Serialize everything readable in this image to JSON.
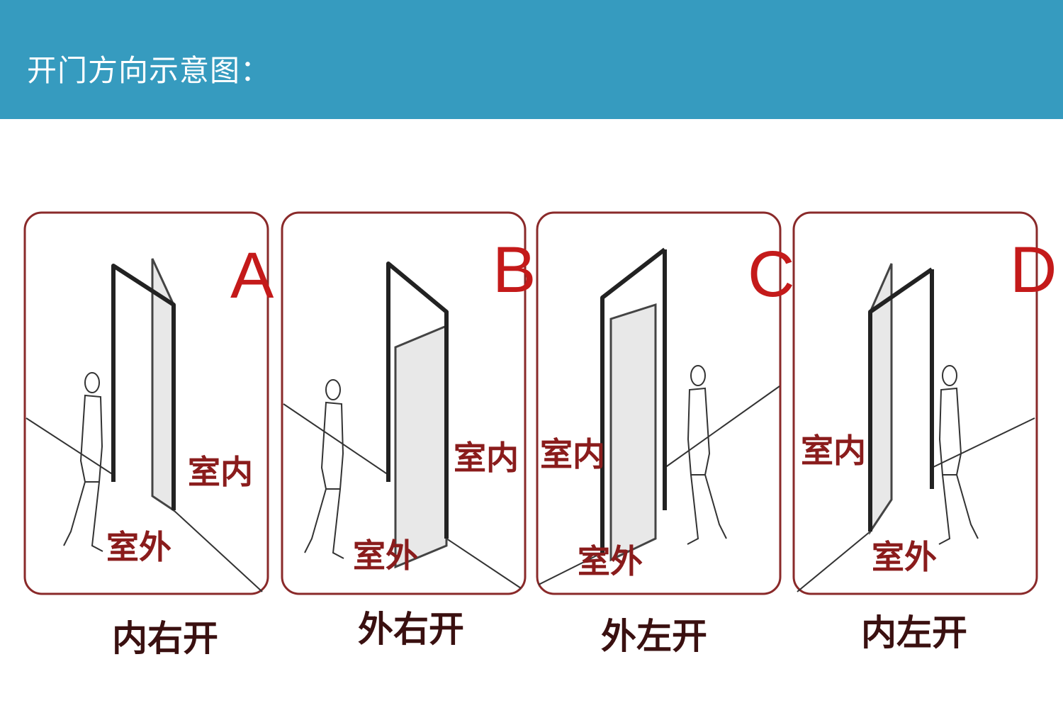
{
  "header": {
    "title": "开门方向示意图："
  },
  "panels": [
    {
      "letter": "A",
      "inside": "室内",
      "outside": "室外",
      "caption": "内右开"
    },
    {
      "letter": "B",
      "inside": "室内",
      "outside": "室外",
      "caption": "外右开"
    },
    {
      "letter": "C",
      "inside": "室内",
      "outside": "室外",
      "caption": "外左开"
    },
    {
      "letter": "D",
      "inside": "室内",
      "outside": "室外",
      "caption": "内左开"
    }
  ],
  "colors": {
    "header": "#369bbf",
    "frame": "#8a2a2a",
    "letter": "#c41a1a"
  }
}
